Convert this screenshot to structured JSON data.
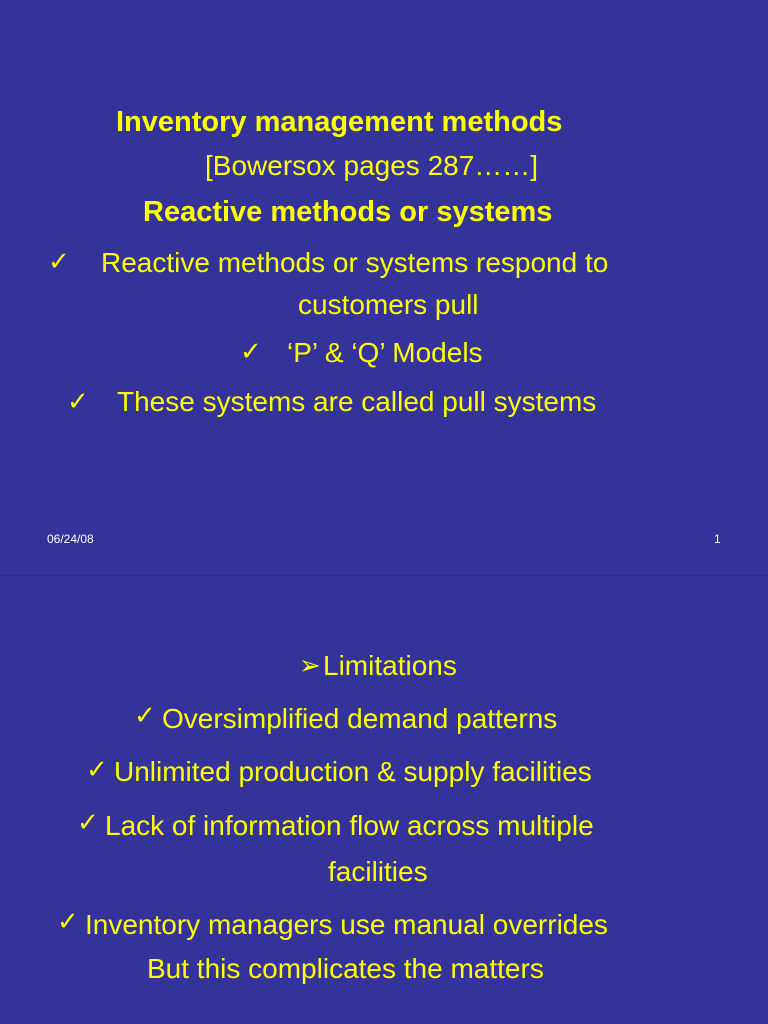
{
  "slide1": {
    "title": "Inventory management methods",
    "reference": "[Bowersox pages 287……]",
    "subtitle": "Reactive methods or systems",
    "bullets": [
      {
        "line1": "Reactive methods or systems respond to",
        "line2": "customers pull"
      },
      {
        "line1": "‘P’ & ‘Q’ Models"
      },
      {
        "line1": "These systems are called pull systems"
      }
    ],
    "footer": {
      "date": "06/24/08",
      "page": "1"
    }
  },
  "slide2": {
    "heading_marker": "➢",
    "heading": "Limitations",
    "items": [
      {
        "line1": "Oversimplified demand patterns"
      },
      {
        "line1": "Unlimited production & supply facilities"
      },
      {
        "line1": "Lack of information flow across multiple",
        "line2": "facilities"
      },
      {
        "line1": "Inventory managers use manual overrides",
        "line2": "But this complicates the matters"
      }
    ]
  },
  "colors": {
    "background": "#333399",
    "text": "#ffff00",
    "footer": "#ffffff"
  },
  "icons": {
    "bullet": "check-icon",
    "heading_bullet": "arrow-bullet-icon"
  }
}
